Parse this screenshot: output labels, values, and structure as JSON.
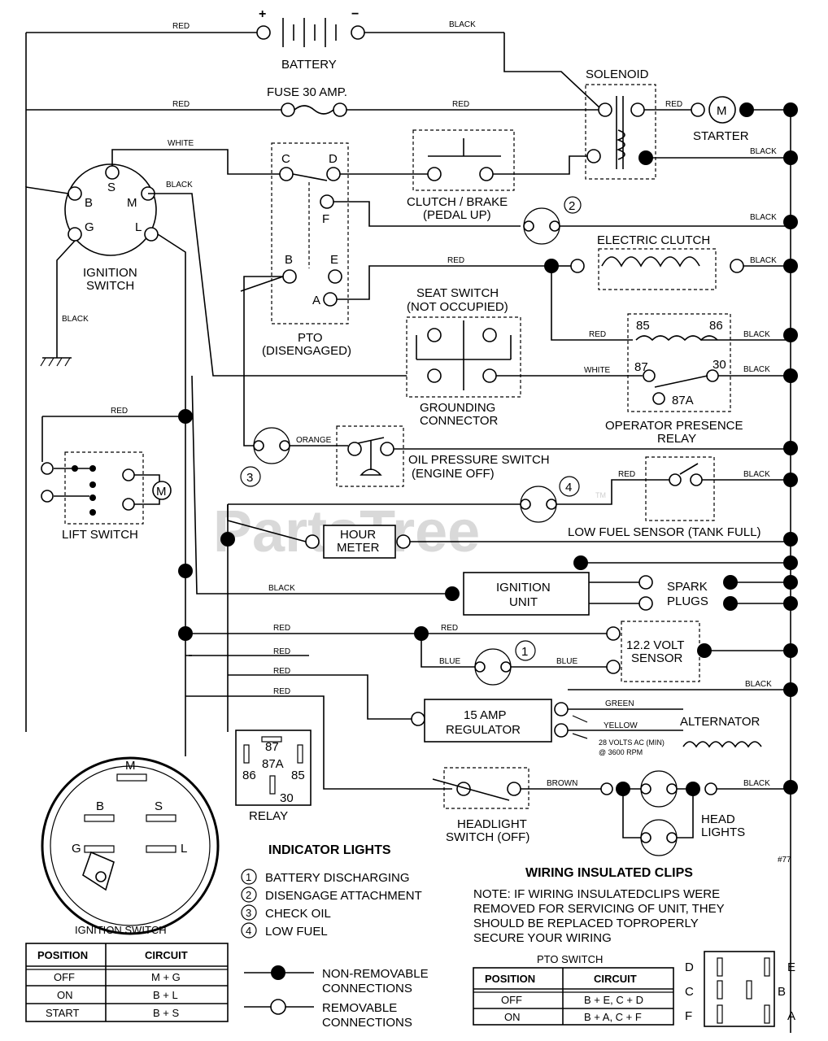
{
  "wire_colors": {
    "red": "RED",
    "black": "BLACK",
    "white": "WHITE",
    "orange": "ORANGE",
    "blue": "BLUE",
    "green": "GREEN",
    "yellow": "YELLOW",
    "brown": "BROWN"
  },
  "components": {
    "battery": "BATTERY",
    "battery_plus": "+",
    "battery_minus": "−",
    "fuse": "FUSE 30 AMP.",
    "solenoid": "SOLENOID",
    "starter": "STARTER",
    "starter_m": "M",
    "ignition_switch": [
      "IGNITION",
      "SWITCH"
    ],
    "ign_terms": {
      "b": "B",
      "s": "S",
      "m": "M",
      "g": "G",
      "l": "L"
    },
    "clutch_brake": [
      "CLUTCH / BRAKE",
      "(PEDAL UP)"
    ],
    "electric_clutch": "ELECTRIC CLUTCH",
    "pto_terms": {
      "c": "C",
      "d": "D",
      "f": "F",
      "b": "B",
      "e": "E",
      "a": "A"
    },
    "pto": [
      "PTO",
      "(DISENGAGED)"
    ],
    "seat_switch": [
      "SEAT SWITCH",
      "(NOT OCCUPIED)"
    ],
    "grounding_connector": [
      "GROUNDING",
      "CONNECTOR"
    ],
    "relay_terms": {
      "r85": "85",
      "r86": "86",
      "r87": "87",
      "r30": "30",
      "r87a": "87A"
    },
    "operator_presence_relay": [
      "OPERATOR PRESENCE",
      "RELAY"
    ],
    "oil_pressure_switch": [
      "OIL PRESSURE SWITCH",
      "(ENGINE OFF)"
    ],
    "lift_switch": "LIFT SWITCH",
    "lift_m": "M",
    "low_fuel_sensor": "LOW FUEL SENSOR (TANK FULL)",
    "hour_meter": [
      "HOUR",
      "METER"
    ],
    "ignition_unit": [
      "IGNITION",
      "UNIT"
    ],
    "spark_plugs": [
      "SPARK",
      "PLUGS"
    ],
    "volt_sensor": [
      "12.2 VOLT",
      "SENSOR"
    ],
    "regulator": [
      "15 AMP",
      "REGULATOR"
    ],
    "alternator": "ALTERNATOR",
    "alternator_note": [
      "28 VOLTS AC (MIN)",
      "@ 3600 RPM"
    ],
    "headlight_switch": [
      "HEADLIGHT",
      "SWITCH (OFF)"
    ],
    "head_lights": [
      "HEAD",
      "LIGHTS"
    ],
    "relay": "RELAY",
    "lamp_numbers": [
      "1",
      "2",
      "3",
      "4"
    ],
    "ign_face_title": "IGNITION SWITCH"
  },
  "indicator_lights": {
    "title": "INDICATOR LIGHTS",
    "items": [
      {
        "num": "1",
        "label": "BATTERY DISCHARGING"
      },
      {
        "num": "2",
        "label": "DISENGAGE ATTACHMENT"
      },
      {
        "num": "3",
        "label": "CHECK OIL"
      },
      {
        "num": "4",
        "label": "LOW FUEL"
      }
    ]
  },
  "wiring_clips": {
    "title": "WIRING INSULATED CLIPS",
    "note": [
      "NOTE: IF WIRING INSULATEDCLIPS WERE",
      "REMOVED FOR SERVICING OF UNIT, THEY",
      "SHOULD BE REPLACED TOPROPERLY",
      "SECURE YOUR WIRING"
    ]
  },
  "legend": {
    "non_removable": [
      "NON-REMOVABLE",
      "CONNECTIONS"
    ],
    "removable": [
      "REMOVABLE",
      "CONNECTIONS"
    ]
  },
  "ignition_table": {
    "headers": [
      "POSITION",
      "CIRCUIT"
    ],
    "rows": [
      [
        "OFF",
        "M + G"
      ],
      [
        "ON",
        "B + L"
      ],
      [
        "START",
        "B + S"
      ]
    ]
  },
  "pto_table": {
    "title": "PTO SWITCH",
    "headers": [
      "POSITION",
      "CIRCUIT"
    ],
    "rows": [
      [
        "OFF",
        "B + E, C + D"
      ],
      [
        "ON",
        "B + A, C + F"
      ]
    ]
  },
  "pto_face_letters": {
    "d": "D",
    "c": "C",
    "f": "F",
    "e": "E",
    "b": "B",
    "a": "A"
  },
  "watermark": "PartsTree",
  "trademark": "TM",
  "page_mark": "#77"
}
